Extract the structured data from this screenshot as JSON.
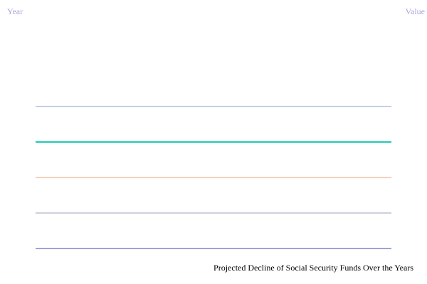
{
  "chart_data": {
    "type": "line",
    "title": "Projected Decline of Social Security Funds Over the Years",
    "xlabel": "Year",
    "ylabel": "Value",
    "x": [],
    "series": [
      {
        "color": "#c3d0e6"
      },
      {
        "color": "#1fcab6"
      },
      {
        "color": "#f6d2b8"
      },
      {
        "color": "#cfd0dc"
      },
      {
        "color": "#9da3d8"
      }
    ],
    "grid": false,
    "legend": "none",
    "axis_label_color": "#a8a6dc",
    "title_color": "#000000"
  }
}
